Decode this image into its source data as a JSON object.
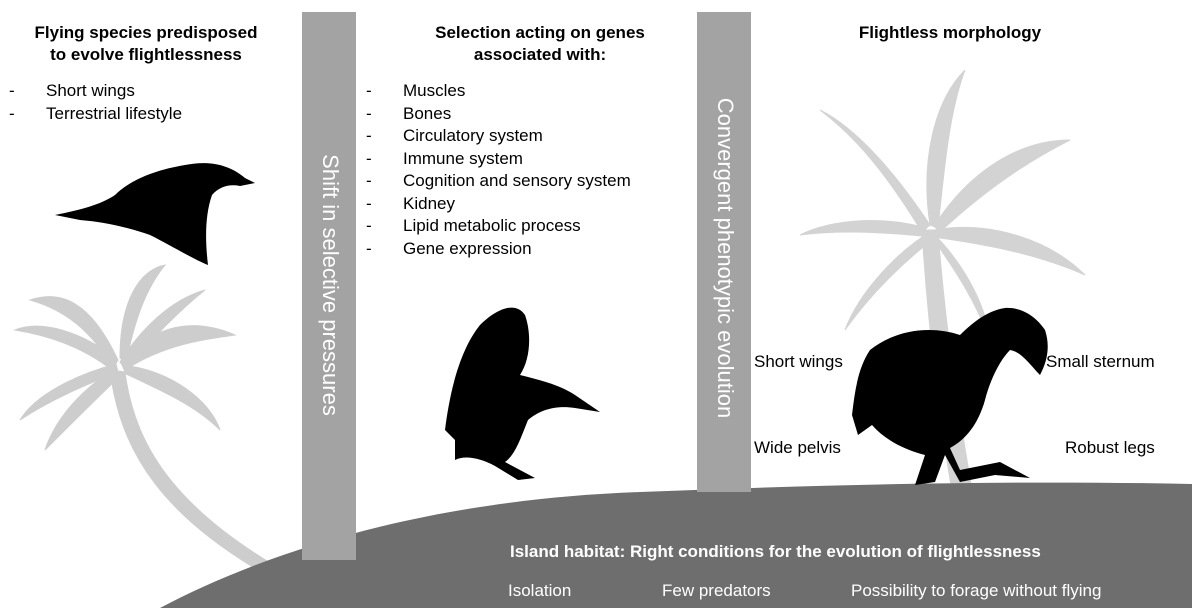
{
  "columns": {
    "left": {
      "heading_line1": "Flying species predisposed",
      "heading_line2": "to evolve flightlessness",
      "items": [
        "Short wings",
        "Terrestrial lifestyle"
      ]
    },
    "middle": {
      "heading_line1": "Selection acting  on genes",
      "heading_line2": "associated with:",
      "items": [
        "Muscles",
        "Bones",
        "Circulatory system",
        "Immune system",
        "Cognition and sensory system",
        "Kidney",
        "Lipid metabolic process",
        "Gene expression"
      ]
    },
    "right": {
      "heading": "Flightless morphology"
    }
  },
  "bars": {
    "left_label": "Shift in selective pressures",
    "right_label": "Convergent phenotypic evolution"
  },
  "traits": {
    "short_wings": "Short wings",
    "small_sternum": "Small sternum",
    "wide_pelvis": "Wide pelvis",
    "robust_legs": "Robust legs"
  },
  "island": {
    "title": "Island habitat: Right conditions for the evolution of flightlessness",
    "factors": [
      "Isolation",
      "Few predators",
      "Possibility to forage without flying"
    ]
  },
  "colors": {
    "bar": "#a3a3a3",
    "island": "#6e6e6e",
    "palm": "#cfcfcf",
    "bird": "#000000"
  },
  "icons": [
    "flying-bird-icon",
    "takeoff-bird-icon",
    "flightless-bird-icon",
    "palm-tree-icon"
  ]
}
